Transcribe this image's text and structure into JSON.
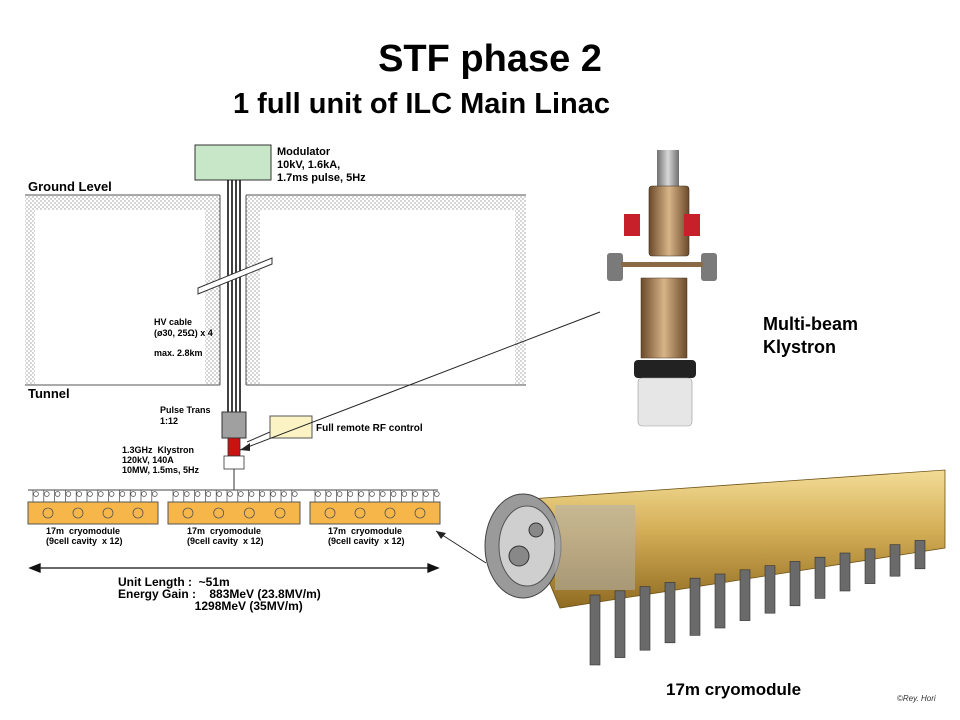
{
  "slide": {
    "title": "STF phase 2",
    "subtitle": "1 full unit of ILC Main Linac"
  },
  "diagram": {
    "modulator": "Modulator\n10kV, 1.6kA,\n1.7ms pulse, 5Hz",
    "ground_level": "Ground Level",
    "tunnel": "Tunnel",
    "hv_cable": "HV cable\n(ø30, 25Ω) x 4",
    "hv_length": "max. 2.8km",
    "pulse_trans": "Pulse Trans\n1:12",
    "klystron_spec": "1.3GHz  Klystron\n120kV, 140A\n10MW, 1.5ms, 5Hz",
    "rf_control": "Full remote RF control",
    "cryomodules": [
      {
        "label": "17m  cryomodule\n(9cell cavity  x 12)"
      },
      {
        "label": "17m  cryomodule\n(9cell cavity  x 12)"
      },
      {
        "label": "17m  cryomodule\n(9cell cavity  x 12)"
      }
    ],
    "unit_info": "Unit Length :  ~51m\nEnergy Gain :    883MeV (23.8MV/m)\n                       1298MeV (35MV/m)"
  },
  "photos": {
    "klystron_label": "Multi-beam\nKlystron",
    "cryomodule_label": "17m cryomodule",
    "credit": "©Rey. Hori"
  },
  "colors": {
    "modulator_fill": "#c8e6c8",
    "cryomodule_fill": "#f6b64a",
    "klystron_red": "#cc1111",
    "rf_box_fill": "#fbf3c4",
    "cryo_photo_gold": "#c9a44a"
  }
}
